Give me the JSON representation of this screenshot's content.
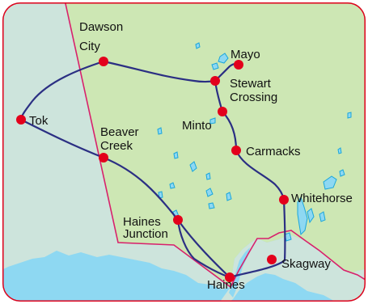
{
  "colors": {
    "ocean": "#8ed8f2",
    "alaska": "#cde4dc",
    "canada_region": "#cde7b4",
    "border_line": "#d8216c",
    "route_line": "#2b2f83",
    "town_marker": "#e3001b",
    "frame": "#e0001a",
    "water": "#1aa6dc"
  },
  "towns": {
    "dawson_city": {
      "label_line1": "Dawson",
      "label_line2": "City"
    },
    "mayo": {
      "label": "Mayo"
    },
    "stewart_crossing": {
      "label_line1": "Stewart",
      "label_line2": "Crossing"
    },
    "tok": {
      "label": "Tok"
    },
    "minto": {
      "label": "Minto"
    },
    "beaver_creek": {
      "label_line1": "Beaver",
      "label_line2": "Creek"
    },
    "carmacks": {
      "label": "Carmacks"
    },
    "whitehorse": {
      "label": "Whitehorse"
    },
    "haines_junction": {
      "label_line1": "Haines",
      "label_line2": "Junction"
    },
    "skagway": {
      "label": "Skagway"
    },
    "haines": {
      "label": "Haines"
    }
  }
}
